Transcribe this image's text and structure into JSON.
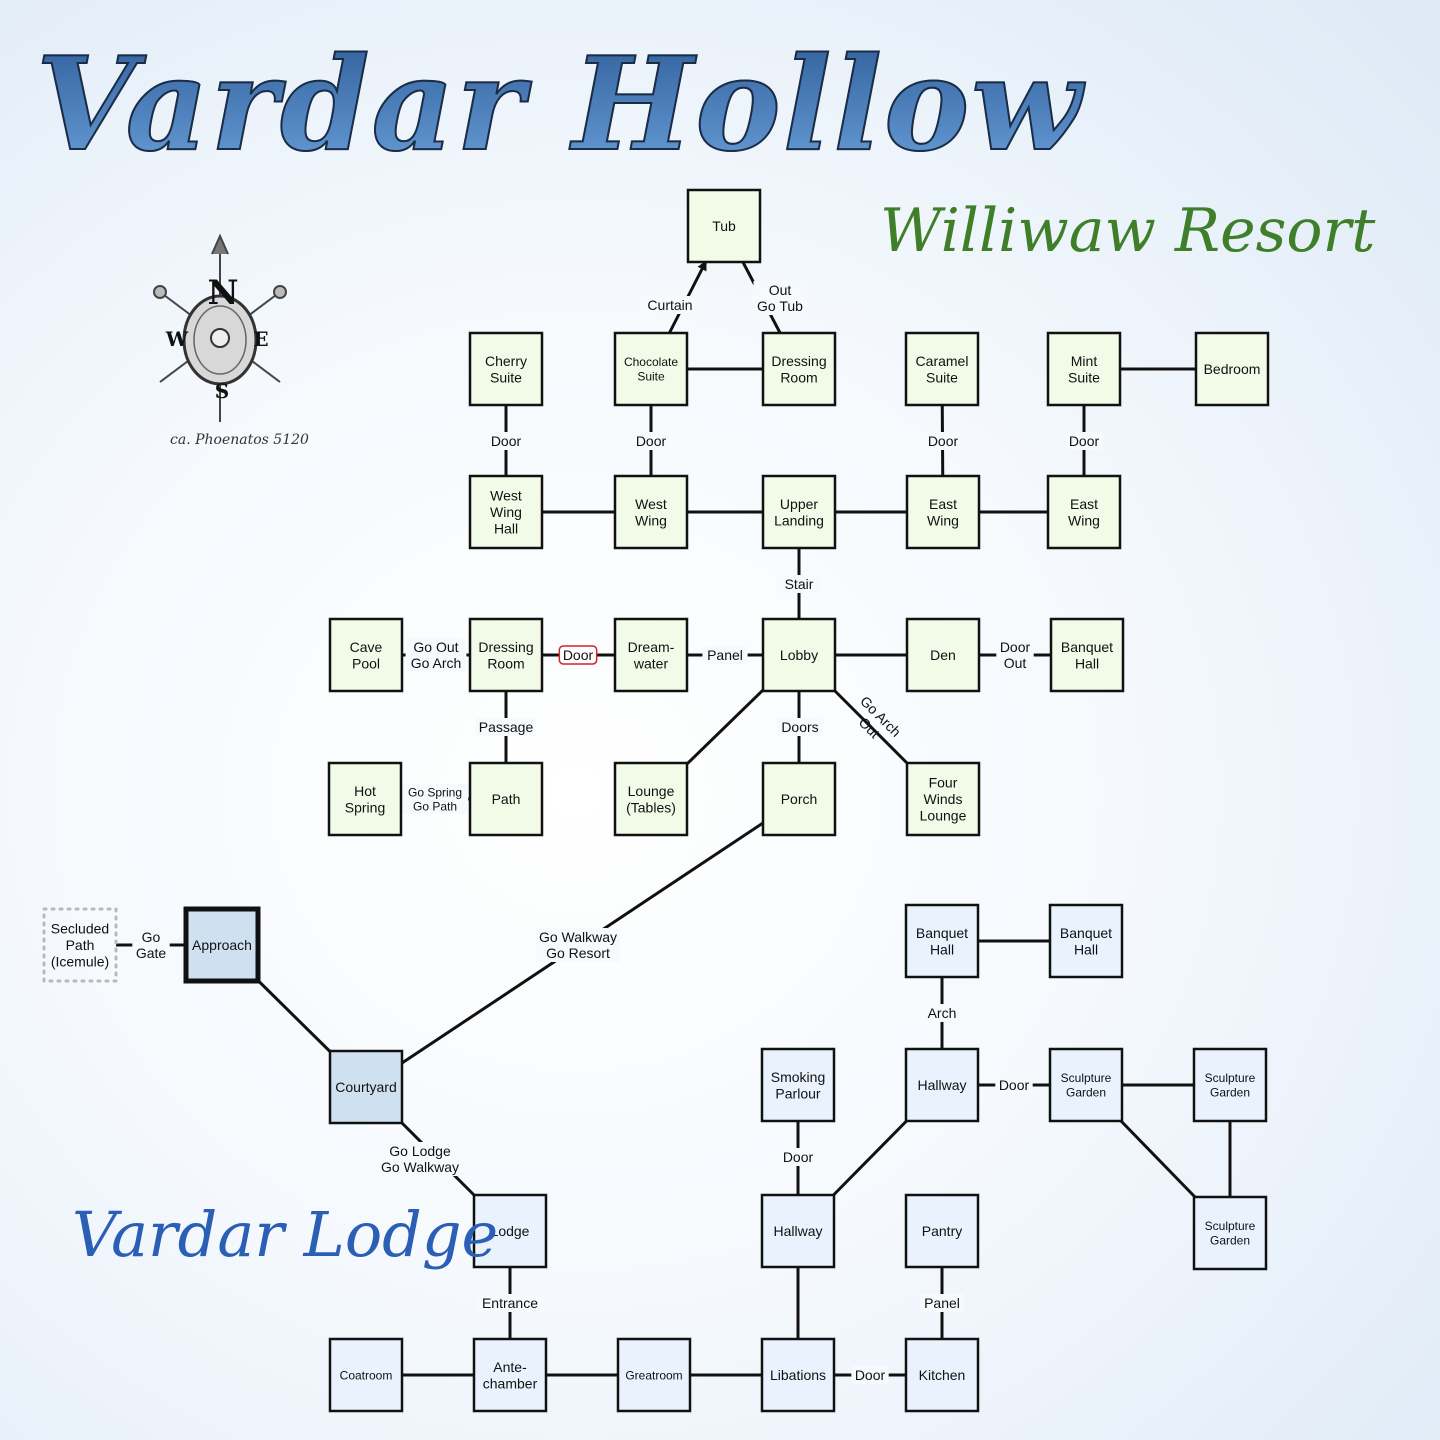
{
  "titles": {
    "main": "Vardar Hollow",
    "resort": "Williwaw Resort",
    "lodge": "Vardar Lodge",
    "compass_caption": "ca. Phoenatos 5120"
  },
  "compass": {
    "n": "N",
    "s": "S",
    "e": "E",
    "w": "W"
  },
  "colors": {
    "resort_fill": "#f1fbe8",
    "lodge_fill": "#eaf3fd",
    "hub_fill": "#cfe0f1",
    "border": "#111111",
    "secret_border": "#d0242b"
  },
  "rooms": [
    {
      "id": "tub",
      "label": [
        "Tub"
      ],
      "zone": "resort"
    },
    {
      "id": "cherry_suite",
      "label": [
        "Cherry",
        "Suite"
      ],
      "zone": "resort"
    },
    {
      "id": "chocolate_suite",
      "label": [
        "Chocolate",
        "Suite"
      ],
      "zone": "resort",
      "small": true
    },
    {
      "id": "dressing_room_up",
      "label": [
        "Dressing",
        "Room"
      ],
      "zone": "resort"
    },
    {
      "id": "caramel_suite",
      "label": [
        "Caramel",
        "Suite"
      ],
      "zone": "resort"
    },
    {
      "id": "mint_suite",
      "label": [
        "Mint",
        "Suite"
      ],
      "zone": "resort"
    },
    {
      "id": "bedroom",
      "label": [
        "Bedroom"
      ],
      "zone": "resort"
    },
    {
      "id": "west_wing_hall",
      "label": [
        "West",
        "Wing",
        "Hall"
      ],
      "zone": "resort"
    },
    {
      "id": "west_wing",
      "label": [
        "West",
        "Wing"
      ],
      "zone": "resort"
    },
    {
      "id": "upper_landing",
      "label": [
        "Upper",
        "Landing"
      ],
      "zone": "resort"
    },
    {
      "id": "east_wing_1",
      "label": [
        "East",
        "Wing"
      ],
      "zone": "resort"
    },
    {
      "id": "east_wing_2",
      "label": [
        "East",
        "Wing"
      ],
      "zone": "resort"
    },
    {
      "id": "cave_pool",
      "label": [
        "Cave",
        "Pool"
      ],
      "zone": "resort"
    },
    {
      "id": "dressing_room_low",
      "label": [
        "Dressing",
        "Room"
      ],
      "zone": "resort"
    },
    {
      "id": "dreamwater",
      "label": [
        "Dream-",
        "water"
      ],
      "zone": "resort"
    },
    {
      "id": "lobby",
      "label": [
        "Lobby"
      ],
      "zone": "resort"
    },
    {
      "id": "den",
      "label": [
        "Den"
      ],
      "zone": "resort"
    },
    {
      "id": "banquet_hall_resort",
      "label": [
        "Banquet",
        "Hall"
      ],
      "zone": "resort"
    },
    {
      "id": "hot_spring",
      "label": [
        "Hot",
        "Spring"
      ],
      "zone": "resort"
    },
    {
      "id": "path",
      "label": [
        "Path"
      ],
      "zone": "resort"
    },
    {
      "id": "lounge_tables",
      "label": [
        "Lounge",
        "(Tables)"
      ],
      "zone": "resort"
    },
    {
      "id": "porch",
      "label": [
        "Porch"
      ],
      "zone": "resort"
    },
    {
      "id": "four_winds_lounge",
      "label": [
        "Four",
        "Winds",
        "Lounge"
      ],
      "zone": "resort"
    },
    {
      "id": "secluded_path",
      "label": [
        "Secluded",
        "Path",
        "(Icemule)"
      ],
      "zone": "external"
    },
    {
      "id": "approach",
      "label": [
        "Approach"
      ],
      "zone": "hub",
      "bold": true
    },
    {
      "id": "courtyard",
      "label": [
        "Courtyard"
      ],
      "zone": "hub"
    },
    {
      "id": "banquet_hall_l1",
      "label": [
        "Banquet",
        "Hall"
      ],
      "zone": "lodge"
    },
    {
      "id": "banquet_hall_l2",
      "label": [
        "Banquet",
        "Hall"
      ],
      "zone": "lodge"
    },
    {
      "id": "smoking_parlour",
      "label": [
        "Smoking",
        "Parlour"
      ],
      "zone": "lodge"
    },
    {
      "id": "hallway_upper",
      "label": [
        "Hallway"
      ],
      "zone": "lodge"
    },
    {
      "id": "sculpture_garden_1",
      "label": [
        "Sculpture",
        "Garden"
      ],
      "zone": "lodge",
      "small": true
    },
    {
      "id": "sculpture_garden_2",
      "label": [
        "Sculpture",
        "Garden"
      ],
      "zone": "lodge",
      "small": true
    },
    {
      "id": "sculpture_garden_3",
      "label": [
        "Sculpture",
        "Garden"
      ],
      "zone": "lodge",
      "small": true
    },
    {
      "id": "lodge",
      "label": [
        "Lodge"
      ],
      "zone": "lodge"
    },
    {
      "id": "hallway_lower",
      "label": [
        "Hallway"
      ],
      "zone": "lodge"
    },
    {
      "id": "pantry",
      "label": [
        "Pantry"
      ],
      "zone": "lodge"
    },
    {
      "id": "coatroom",
      "label": [
        "Coatroom"
      ],
      "zone": "lodge",
      "small": true
    },
    {
      "id": "antechamber",
      "label": [
        "Ante-",
        "chamber"
      ],
      "zone": "lodge"
    },
    {
      "id": "greatroom",
      "label": [
        "Greatroom"
      ],
      "zone": "lodge",
      "small": true
    },
    {
      "id": "libations",
      "label": [
        "Libations"
      ],
      "zone": "lodge"
    },
    {
      "id": "kitchen",
      "label": [
        "Kitchen"
      ],
      "zone": "lodge"
    }
  ],
  "connections": [
    {
      "from": "chocolate_suite",
      "to": "tub",
      "label": [
        "Curtain"
      ],
      "arrow": true
    },
    {
      "from": "tub",
      "to": "dressing_room_up",
      "label": [
        "Out",
        "Go Tub"
      ]
    },
    {
      "from": "chocolate_suite",
      "to": "dressing_room_up"
    },
    {
      "from": "mint_suite",
      "to": "bedroom"
    },
    {
      "from": "cherry_suite",
      "to": "west_wing_hall",
      "label": [
        "Door"
      ]
    },
    {
      "from": "chocolate_suite",
      "to": "west_wing",
      "label": [
        "Door"
      ]
    },
    {
      "from": "caramel_suite",
      "to": "east_wing_1",
      "label": [
        "Door"
      ]
    },
    {
      "from": "mint_suite",
      "to": "east_wing_2",
      "label": [
        "Door"
      ]
    },
    {
      "from": "west_wing_hall",
      "to": "west_wing"
    },
    {
      "from": "west_wing",
      "to": "upper_landing"
    },
    {
      "from": "upper_landing",
      "to": "east_wing_1"
    },
    {
      "from": "east_wing_1",
      "to": "east_wing_2"
    },
    {
      "from": "upper_landing",
      "to": "lobby",
      "label": [
        "Stair"
      ]
    },
    {
      "from": "cave_pool",
      "to": "dressing_room_low",
      "label": [
        "Go Out",
        "Go Arch"
      ]
    },
    {
      "from": "dressing_room_low",
      "to": "dreamwater",
      "label": [
        "Door"
      ],
      "secret": true
    },
    {
      "from": "dreamwater",
      "to": "lobby",
      "label": [
        "Panel"
      ]
    },
    {
      "from": "lobby",
      "to": "den"
    },
    {
      "from": "den",
      "to": "banquet_hall_resort",
      "label": [
        "Door",
        "Out"
      ]
    },
    {
      "from": "dressing_room_low",
      "to": "path",
      "label": [
        "Passage"
      ]
    },
    {
      "from": "hot_spring",
      "to": "path",
      "label": [
        "Go Spring",
        "Go Path"
      ],
      "small": true
    },
    {
      "from": "lobby",
      "to": "lounge_tables"
    },
    {
      "from": "lobby",
      "to": "porch",
      "label": [
        "Doors"
      ]
    },
    {
      "from": "lobby",
      "to": "four_winds_lounge",
      "label": [
        "Go Arch",
        "Out"
      ],
      "rotate": true
    },
    {
      "from": "porch",
      "to": "courtyard",
      "label": [
        "Go Walkway",
        "Go Resort"
      ]
    },
    {
      "from": "secluded_path",
      "to": "approach",
      "label": [
        "Go",
        "Gate"
      ]
    },
    {
      "from": "approach",
      "to": "courtyard"
    },
    {
      "from": "courtyard",
      "to": "lodge",
      "label": [
        "Go Lodge",
        "Go Walkway"
      ]
    },
    {
      "from": "banquet_hall_l1",
      "to": "banquet_hall_l2"
    },
    {
      "from": "banquet_hall_l1",
      "to": "hallway_upper",
      "label": [
        "Arch"
      ]
    },
    {
      "from": "hallway_upper",
      "to": "sculpture_garden_1",
      "label": [
        "Door"
      ]
    },
    {
      "from": "sculpture_garden_1",
      "to": "sculpture_garden_2"
    },
    {
      "from": "sculpture_garden_2",
      "to": "sculpture_garden_3"
    },
    {
      "from": "sculpture_garden_1",
      "to": "sculpture_garden_3"
    },
    {
      "from": "smoking_parlour",
      "to": "hallway_lower",
      "label": [
        "Door"
      ]
    },
    {
      "from": "hallway_lower",
      "to": "hallway_upper"
    },
    {
      "from": "hallway_lower",
      "to": "libations"
    },
    {
      "from": "pantry",
      "to": "kitchen",
      "label": [
        "Panel"
      ]
    },
    {
      "from": "lodge",
      "to": "antechamber",
      "label": [
        "Entrance"
      ]
    },
    {
      "from": "coatroom",
      "to": "antechamber"
    },
    {
      "from": "antechamber",
      "to": "greatroom"
    },
    {
      "from": "greatroom",
      "to": "libations"
    },
    {
      "from": "libations",
      "to": "kitchen",
      "label": [
        "Door"
      ]
    }
  ]
}
